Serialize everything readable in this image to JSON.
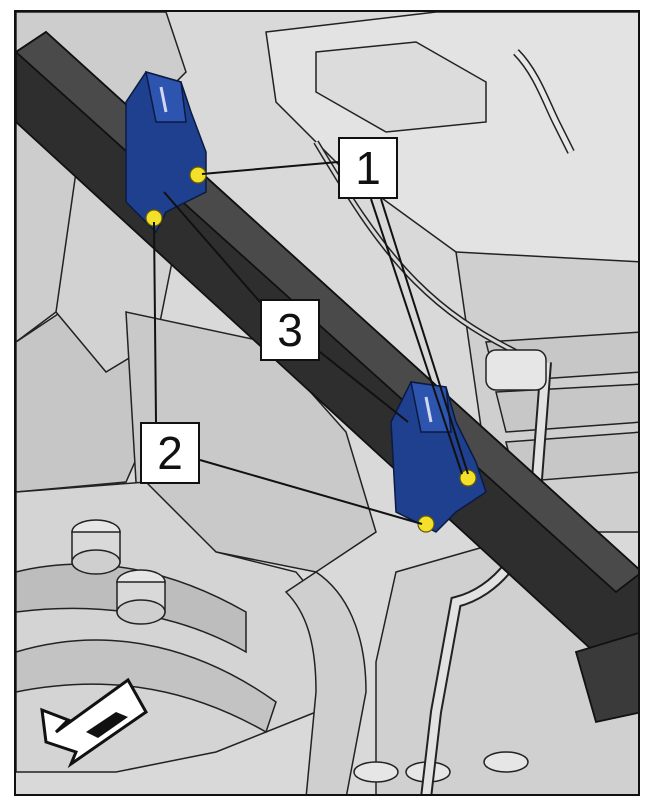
{
  "callouts": {
    "one": "1",
    "two": "2",
    "three": "3"
  },
  "colors": {
    "bracket": "#1f3f8f",
    "bolt": "#f2e02a",
    "outline": "#111111",
    "metal": "#d6d6d6",
    "shadow": "#b9b9b9",
    "background": "#ffffff"
  },
  "icons": {
    "orientation_arrow": "vehicle-front-arrow-icon"
  }
}
